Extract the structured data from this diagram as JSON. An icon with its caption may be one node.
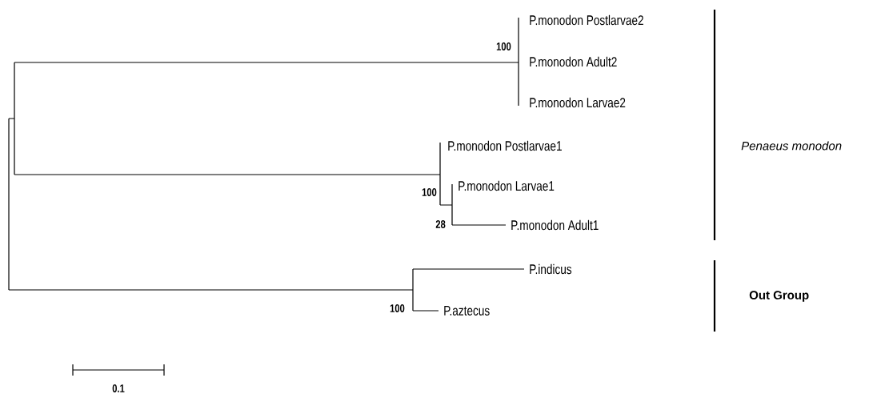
{
  "diagram": {
    "labels": [
      "P.monodon Postlarvae2",
      "100",
      "P.monodon Adult2",
      "P.monodon Larvae2",
      "Penaeus monodon",
      "P.monodon Postlarvae1",
      "P.monodon Larvae1",
      "100",
      "28",
      "P.monodon Adult1",
      "P.indicus",
      "Out Group",
      "100",
      "P.aztecus",
      "0.1"
    ]
  }
}
